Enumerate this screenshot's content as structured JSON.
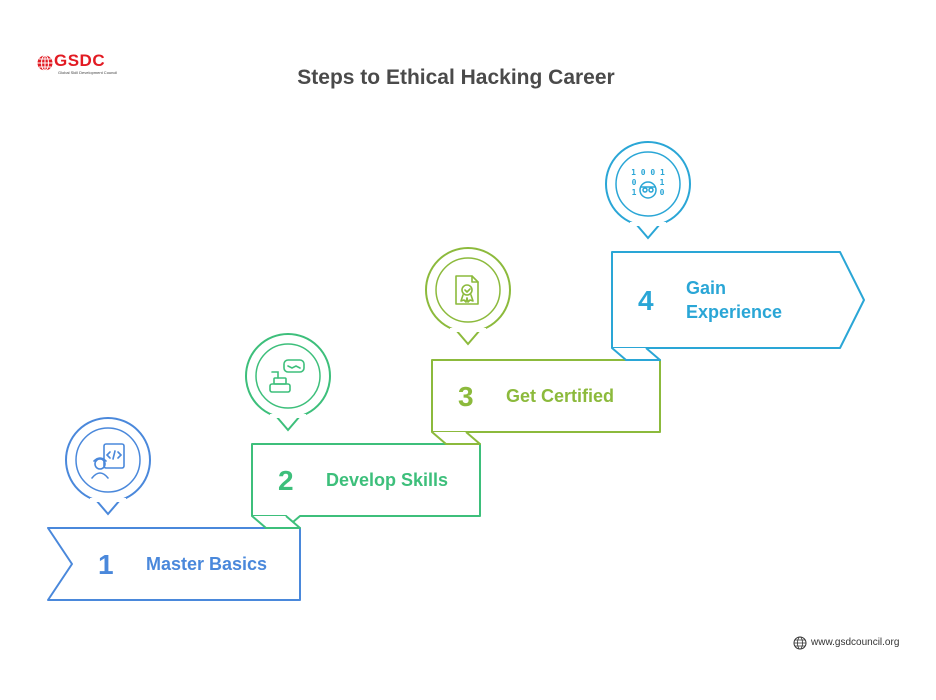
{
  "logo": {
    "text": "GSDC",
    "tagline": "Global Skill Development Council"
  },
  "title": "Steps to Ethical Hacking Career",
  "steps": [
    {
      "number": "1",
      "label": "Master Basics",
      "color": "#4a88db",
      "icon": "developer-icon"
    },
    {
      "number": "2",
      "label": "Develop Skills",
      "color": "#3dbf7b",
      "icon": "vr-headset-icon"
    },
    {
      "number": "3",
      "label": "Get Certified",
      "color": "#8cba3c",
      "icon": "certificate-icon"
    },
    {
      "number": "4",
      "label": "Gain Experience",
      "color": "#2aa6d6",
      "icon": "hacker-binary-icon"
    }
  ],
  "footer": {
    "url": "www.gsdcouncil.org"
  }
}
